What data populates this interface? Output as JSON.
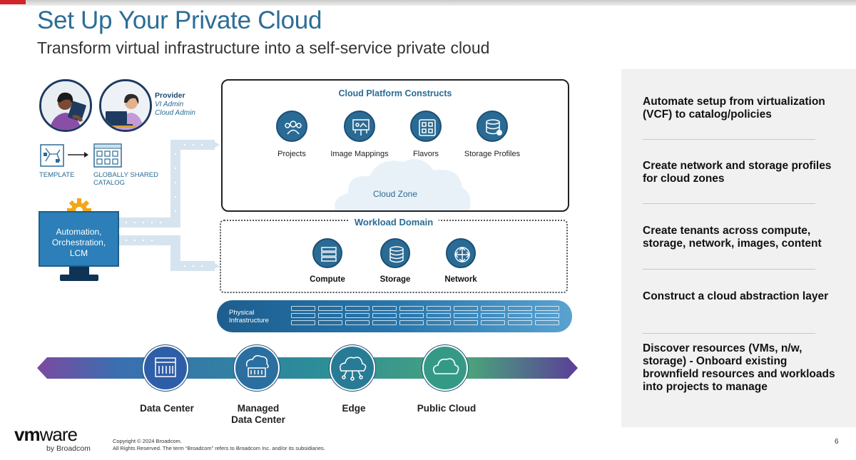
{
  "title": "Set Up Your Private Cloud",
  "subtitle": "Transform virtual infrastructure into a self-service private cloud",
  "provider": {
    "role": "Provider",
    "line1": "VI Admin",
    "line2": "Cloud Admin"
  },
  "template_label": "TEMPLATE",
  "catalog_label_1": "GLOBALLY SHARED",
  "catalog_label_2": "CATALOG",
  "automation": {
    "line1": "Automation,",
    "line2": "Orchestration,",
    "line3": "LCM"
  },
  "cloud_platform": {
    "title": "Cloud Platform Constructs",
    "items": [
      {
        "label": "Projects",
        "icon": "users-icon"
      },
      {
        "label": "Image Mappings",
        "icon": "image-mapping-icon"
      },
      {
        "label": "Flavors",
        "icon": "flavors-icon"
      },
      {
        "label": "Storage Profiles",
        "icon": "storage-profile-icon"
      }
    ],
    "cloud_zone": "Cloud Zone"
  },
  "workload_domain": {
    "title": "Workload Domain",
    "items": [
      {
        "label": "Compute",
        "icon": "server-icon"
      },
      {
        "label": "Storage",
        "icon": "database-icon"
      },
      {
        "label": "Network",
        "icon": "network-icon"
      }
    ]
  },
  "physical": {
    "line1": "Physical",
    "line2": "Infrastructure"
  },
  "locations": [
    {
      "line1": "Data Center",
      "line2": "",
      "icon": "building-icon"
    },
    {
      "line1": "Managed",
      "line2": "Data Center",
      "icon": "managed-datacenter-icon"
    },
    {
      "line1": "Edge",
      "line2": "",
      "icon": "edge-cloud-icon"
    },
    {
      "line1": "Public Cloud",
      "line2": "",
      "icon": "cloud-icon"
    }
  ],
  "panel_items": [
    "Automate setup from virtualization (VCF) to catalog/policies",
    "Create network and storage profiles for cloud zones",
    "Create tenants across compute, storage, network, images, content",
    "Construct a cloud abstraction layer",
    "Discover resources (VMs, n/w, storage) - Onboard existing brownfield resources and workloads into projects to manage"
  ],
  "logo": {
    "text_bold": "vm",
    "text_regular": "ware",
    "byline": "by Broadcom"
  },
  "copyright": {
    "line1": "Copyright © 2024 Broadcom.",
    "line2": "All Rights Reserved. The term “Broadcom” refers to Broadcom Inc. and/or its subsidiaries."
  },
  "page_number": "6",
  "colors": {
    "primary_blue": "#2a6b95",
    "title_blue": "#2c6d96",
    "dark_navy": "#0e3355",
    "accent_gold": "#f2a619"
  }
}
